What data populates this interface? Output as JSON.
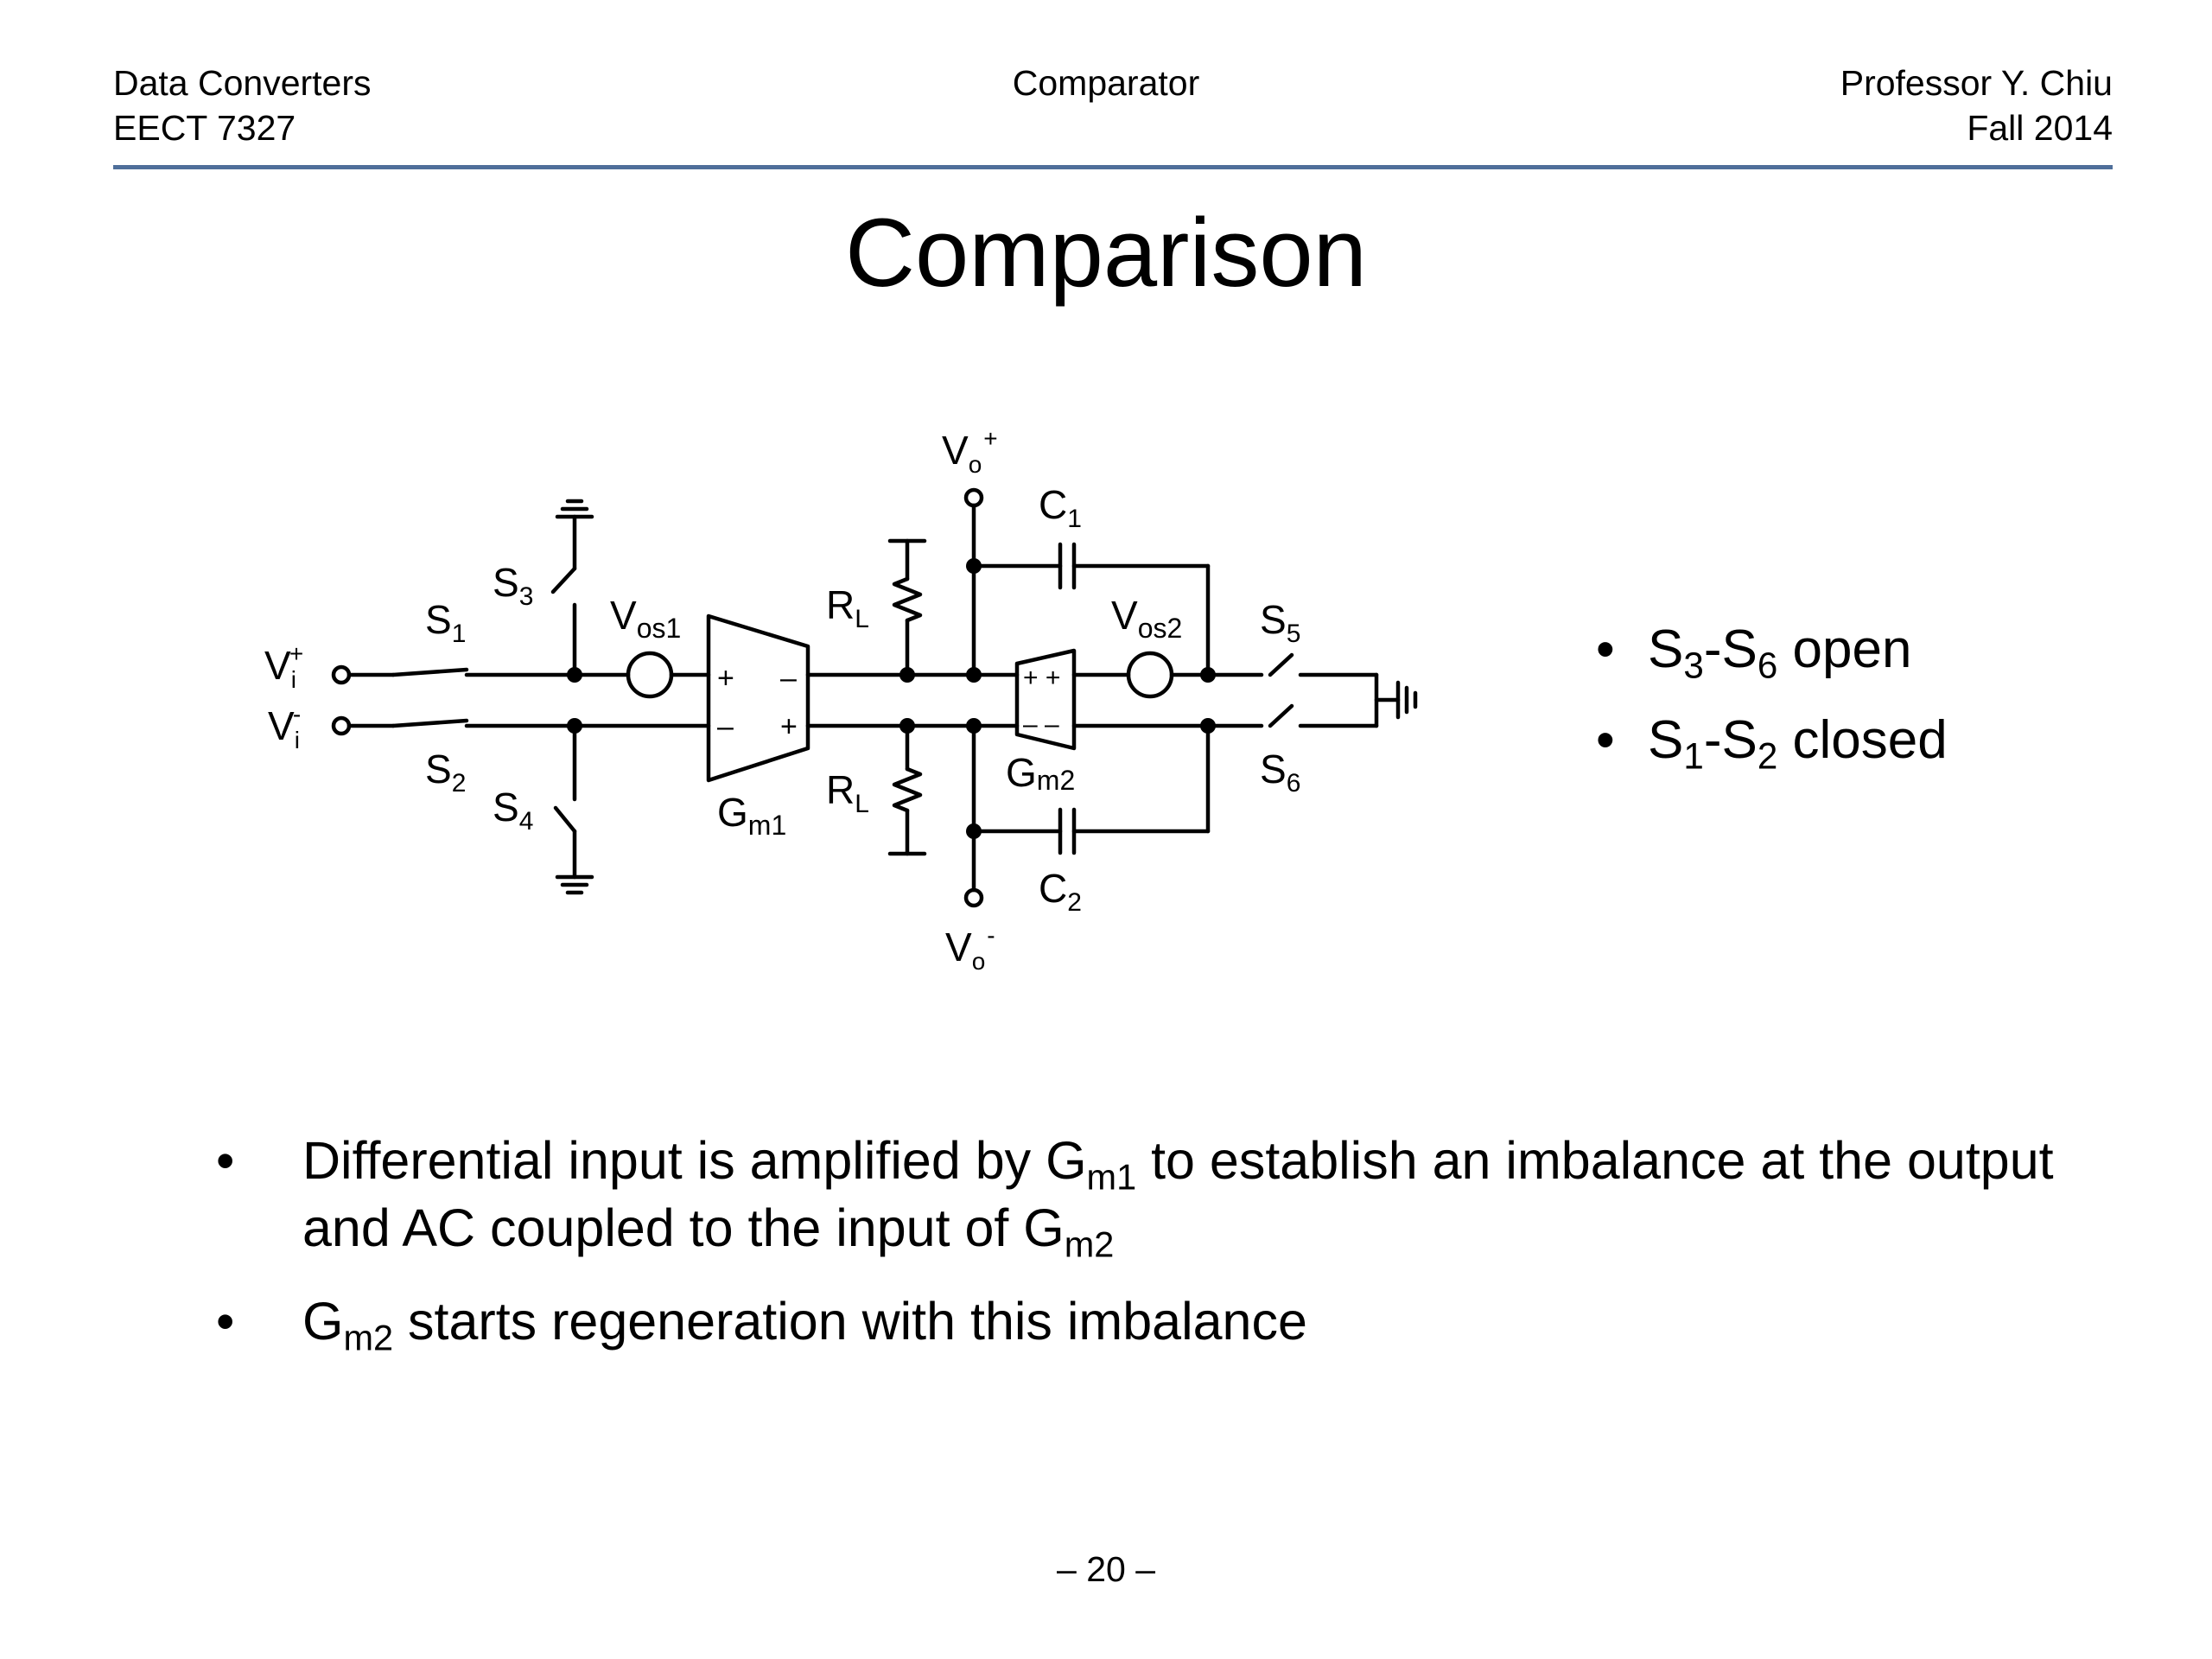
{
  "header": {
    "course": "Data Converters",
    "code": "EECT 7327",
    "topic": "Comparator",
    "professor": "Professor Y. Chiu",
    "term": "Fall 2014"
  },
  "slide": {
    "title": "Comparison",
    "page_number": "– 20 –"
  },
  "circuit": {
    "labels": {
      "vi_plus": {
        "base": "V",
        "sub": "i",
        "sup": "+"
      },
      "vi_minus": {
        "base": "V",
        "sub": "i",
        "sup": "-"
      },
      "vo_plus": {
        "base": "V",
        "sub": "o",
        "sup": "+"
      },
      "vo_minus": {
        "base": "V",
        "sub": "o",
        "sup": "-"
      },
      "s1": {
        "base": "S",
        "sub": "1"
      },
      "s2": {
        "base": "S",
        "sub": "2"
      },
      "s3": {
        "base": "S",
        "sub": "3"
      },
      "s4": {
        "base": "S",
        "sub": "4"
      },
      "s5": {
        "base": "S",
        "sub": "5"
      },
      "s6": {
        "base": "S",
        "sub": "6"
      },
      "vos1": {
        "base": "V",
        "sub": "os1"
      },
      "vos2": {
        "base": "V",
        "sub": "os2"
      },
      "rl_top": {
        "base": "R",
        "sub": "L"
      },
      "rl_bottom": {
        "base": "R",
        "sub": "L"
      },
      "c1": {
        "base": "C",
        "sub": "1"
      },
      "c2": {
        "base": "C",
        "sub": "2"
      },
      "gm1": {
        "base": "G",
        "sub": "m1"
      },
      "gm2": {
        "base": "G",
        "sub": "m2"
      }
    },
    "pin_signs": {
      "gm1_in_top": "+",
      "gm1_in_bottom": "–",
      "gm1_out_top": "–",
      "gm1_out_bottom": "+",
      "gm2_top": "+ +",
      "gm2_bottom": "– –"
    }
  },
  "side_bullets": [
    {
      "s_a": "S",
      "sub_a": "3",
      "dash": "-",
      "s_b": "S",
      "sub_b": "6",
      "rest": " open"
    },
    {
      "s_a": "S",
      "sub_a": "1",
      "dash": "-",
      "s_b": "S",
      "sub_b": "2",
      "rest": " closed"
    }
  ],
  "bullets": [
    {
      "p1": "Differential input is amplified by G",
      "sub1": "m1",
      "p2": " to establish an imbalance at the output and AC coupled to the input of G",
      "sub2": "m2"
    },
    {
      "p1": "G",
      "sub1": "m2",
      "p2": " starts regeneration with this imbalance"
    }
  ],
  "bullet_symbol": "•"
}
